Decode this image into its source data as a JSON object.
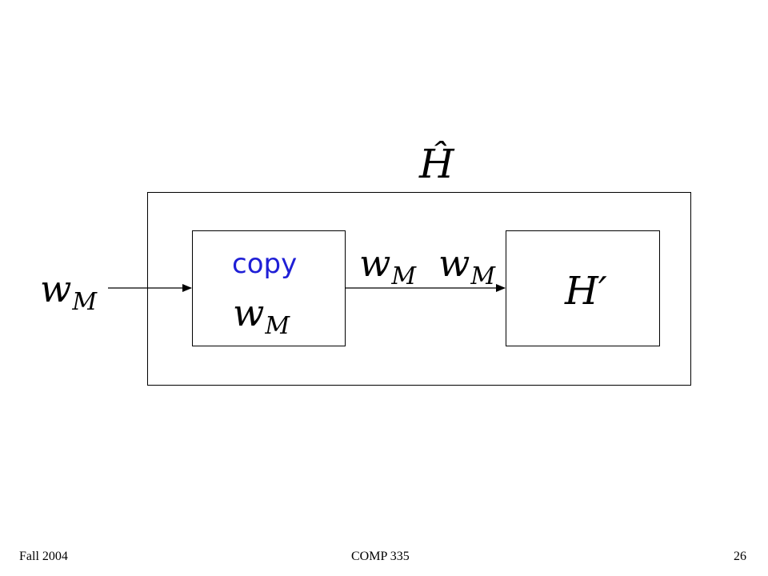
{
  "diagram": {
    "outer_machine_label": "Ĥ",
    "input_label": {
      "base": "w",
      "sub": "M"
    },
    "copy_box": {
      "label": "copy",
      "content": {
        "base": "w",
        "sub": "M"
      },
      "label_color": "#1f1fd6"
    },
    "tape_between": [
      {
        "base": "w",
        "sub": "M"
      },
      {
        "base": "w",
        "sub": "M"
      }
    ],
    "h_prime_box": {
      "label": "H′"
    }
  },
  "footer": {
    "left": "Fall 2004",
    "center": "COMP 335",
    "right": "26"
  }
}
